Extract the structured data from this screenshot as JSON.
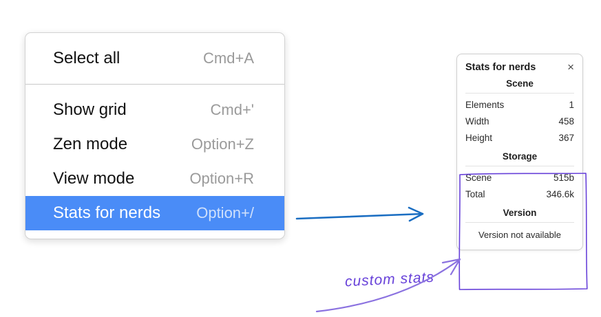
{
  "menu": {
    "items": [
      {
        "label": "Select all",
        "shortcut": "Cmd+A",
        "selected": false
      },
      {
        "label": "Show grid",
        "shortcut": "Cmd+'",
        "selected": false
      },
      {
        "label": "Zen mode",
        "shortcut": "Option+Z",
        "selected": false
      },
      {
        "label": "View mode",
        "shortcut": "Option+R",
        "selected": false
      },
      {
        "label": "Stats for nerds",
        "shortcut": "Option+/",
        "selected": true
      }
    ]
  },
  "stats_panel": {
    "title": "Stats for nerds",
    "close_glyph": "×",
    "sections": [
      {
        "heading": "Scene",
        "rows": [
          {
            "label": "Elements",
            "value": "1"
          },
          {
            "label": "Width",
            "value": "458"
          },
          {
            "label": "Height",
            "value": "367"
          }
        ]
      },
      {
        "heading": "Storage",
        "rows": [
          {
            "label": "Scene",
            "value": "515b"
          },
          {
            "label": "Total",
            "value": "346.6k"
          }
        ]
      },
      {
        "heading": "Version",
        "note": "Version not available"
      }
    ]
  },
  "annotation": {
    "label": "custom stats"
  },
  "colors": {
    "menu_highlight": "#4a8cf7",
    "flow_arrow": "#1b6ec2",
    "annotation": "#6741d9"
  }
}
